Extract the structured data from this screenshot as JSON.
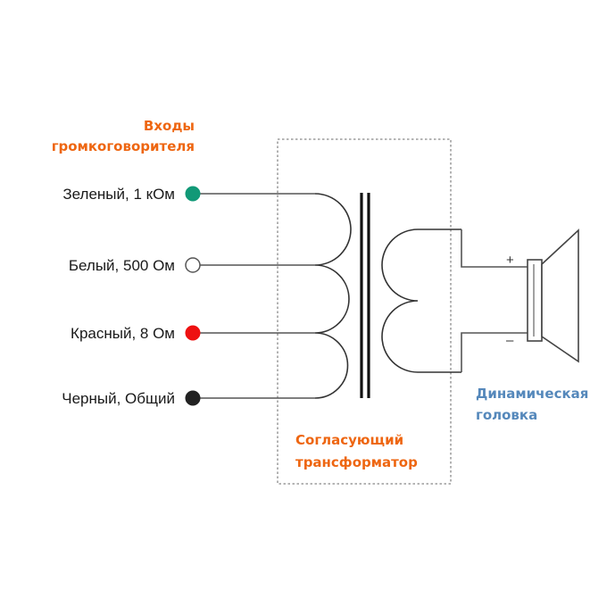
{
  "inputs_title": [
    "Входы",
    "громкоговорителя"
  ],
  "inputs": [
    {
      "label": "Зеленый, 1 кОм",
      "color": "#119977",
      "filled": true
    },
    {
      "label": "Белый, 500 Ом",
      "color": "#ffffff",
      "filled": false
    },
    {
      "label": "Красный, 8 Ом",
      "color": "#ee1111",
      "filled": true
    },
    {
      "label": "Черный, Общий",
      "color": "#222222",
      "filled": true
    }
  ],
  "transformer_label": [
    "Согласующий",
    "трансформатор"
  ],
  "speaker_label": [
    "Динамическая",
    "головка"
  ],
  "polarity": {
    "plus": "+",
    "minus": "–"
  },
  "colors": {
    "accent_orange": "#ee6611",
    "accent_blue": "#5588bb"
  }
}
